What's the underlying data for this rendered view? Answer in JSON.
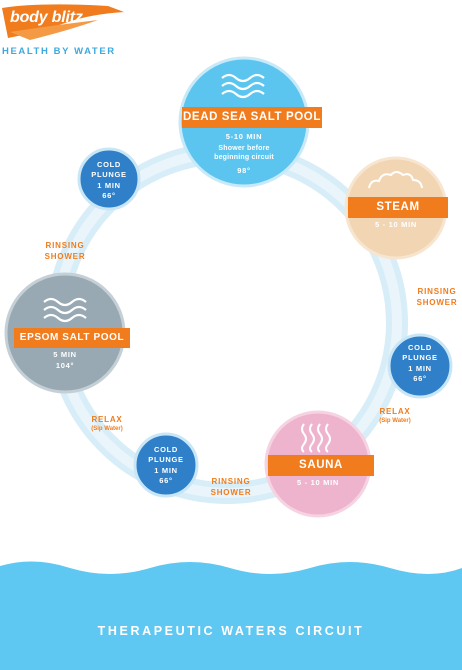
{
  "brand": {
    "logo_text": "body blitz",
    "tagline": "HEALTH BY WATER"
  },
  "stations": {
    "dead_sea": {
      "name": "DEAD SEA SALT POOL",
      "time": "5-10 MIN",
      "note": "Shower before beginning circuit",
      "temp": "98°",
      "icon": "waves-icon"
    },
    "steam": {
      "name": "STEAM",
      "time": "5 - 10 MIN",
      "icon": "steam-clouds-icon"
    },
    "sauna": {
      "name": "SAUNA",
      "time": "5 - 10 MIN",
      "icon": "heat-waves-icon"
    },
    "epsom": {
      "name": "EPSOM SALT POOL",
      "time": "5 MIN",
      "temp": "104°",
      "icon": "waves-icon"
    },
    "cold_plunge_left": {
      "name": "COLD PLUNGE",
      "time": "1 MIN",
      "temp": "66°"
    },
    "cold_plunge_right": {
      "name": "COLD PLUNGE",
      "time": "1 MIN",
      "temp": "66°"
    },
    "cold_plunge_bottom": {
      "name": "COLD PLUNGE",
      "time": "1 MIN",
      "temp": "66°"
    }
  },
  "transitions": {
    "rinsing_left": "RINSING SHOWER",
    "rinsing_right": "RINSING SHOWER",
    "rinsing_bottom": "RINSING SHOWER",
    "relax_left": "RELAX",
    "relax_left_sub": "(Sip Water)",
    "relax_right": "RELAX",
    "relax_right_sub": "(Sip Water)"
  },
  "footer": {
    "title": "THERAPEUTIC WATERS CIRCUIT"
  },
  "colors": {
    "orange": "#f07c1d",
    "pool_blue": "#5bc5ef",
    "cold_blue": "#2f80c8",
    "steam_tan": "#f2d6b3",
    "sauna_pink": "#efb4cd",
    "epsom_grey": "#98a9b3",
    "ring": "#d8eef8",
    "water": "#5ec8f2"
  }
}
